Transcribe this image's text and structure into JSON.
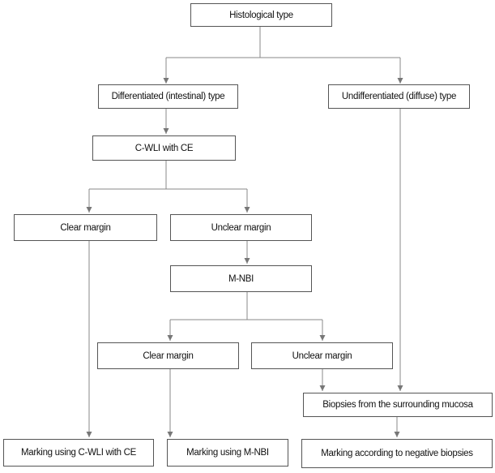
{
  "flowchart": {
    "nodes": {
      "histological_type": "Histological type",
      "differentiated": "Differentiated (intestinal) type",
      "undifferentiated": "Undifferentiated (diffuse) type",
      "cwli_ce": "C-WLI with CE",
      "clear_margin_1": "Clear margin",
      "unclear_margin_1": "Unclear margin",
      "mnbi": "M-NBI",
      "clear_margin_2": "Clear margin",
      "unclear_margin_2": "Unclear margin",
      "biopsies": "Biopsies from the surrounding mucosa",
      "marking_cwli": "Marking using C-WLI with CE",
      "marking_mnbi": "Marking using M-NBI",
      "marking_biopsies": "Marking according to negative biopsies"
    },
    "edges": [
      {
        "from": "histological_type",
        "to": "differentiated"
      },
      {
        "from": "histological_type",
        "to": "undifferentiated"
      },
      {
        "from": "differentiated",
        "to": "cwli_ce"
      },
      {
        "from": "cwli_ce",
        "to": "clear_margin_1"
      },
      {
        "from": "cwli_ce",
        "to": "unclear_margin_1"
      },
      {
        "from": "unclear_margin_1",
        "to": "mnbi"
      },
      {
        "from": "mnbi",
        "to": "clear_margin_2"
      },
      {
        "from": "mnbi",
        "to": "unclear_margin_2"
      },
      {
        "from": "unclear_margin_2",
        "to": "biopsies"
      },
      {
        "from": "undifferentiated",
        "to": "biopsies"
      },
      {
        "from": "clear_margin_1",
        "to": "marking_cwli"
      },
      {
        "from": "clear_margin_2",
        "to": "marking_mnbi"
      },
      {
        "from": "biopsies",
        "to": "marking_biopsies"
      }
    ]
  }
}
